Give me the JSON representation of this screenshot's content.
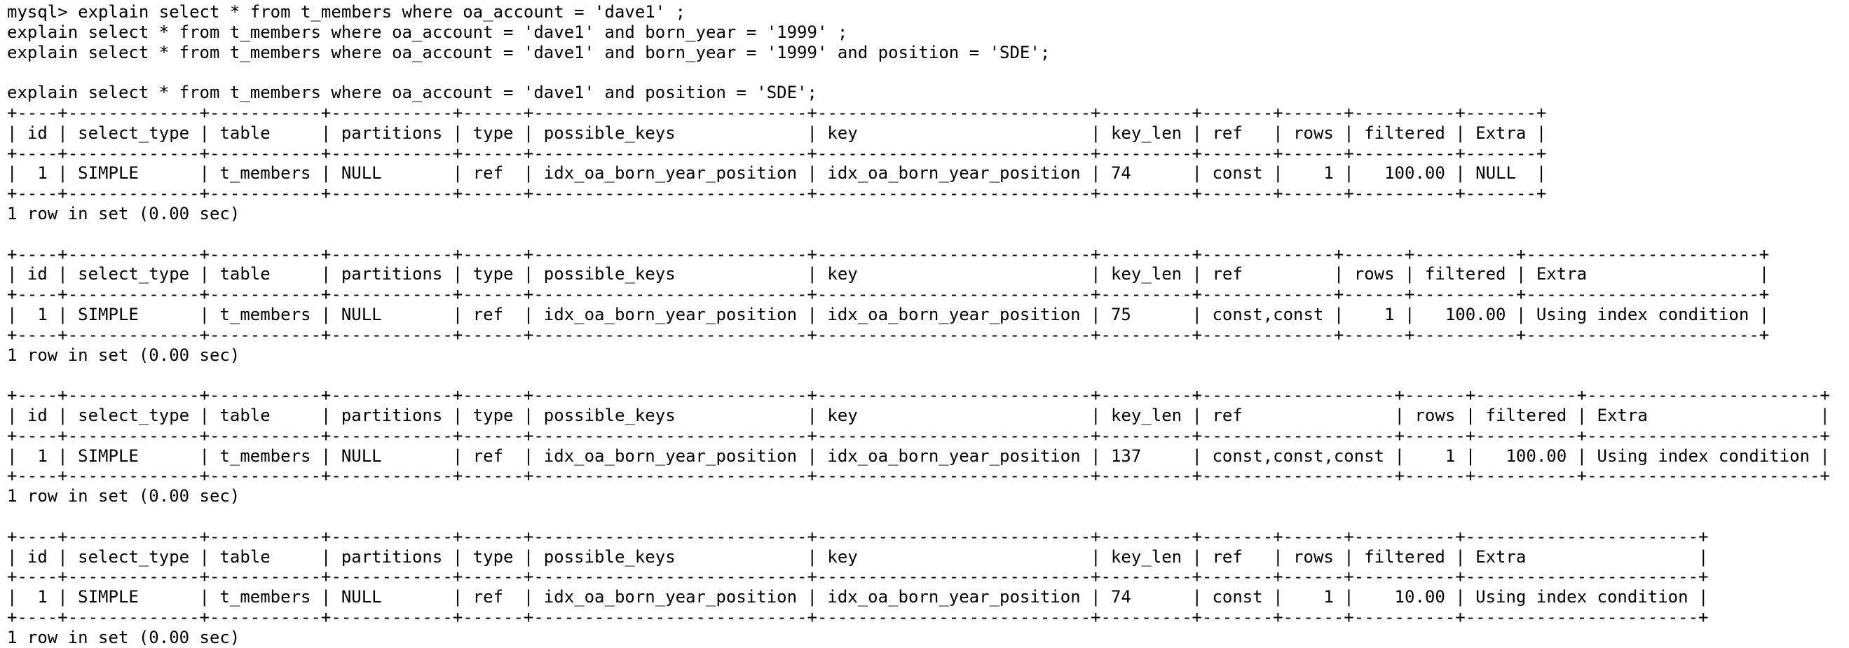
{
  "terminal": {
    "colors": {
      "background": "#ffffff",
      "text": "#000000"
    },
    "prompt": "mysql> ",
    "query_block": [
      {
        "prompt": "mysql> ",
        "text": "explain select * from t_members where oa_account = 'dave1' ;"
      },
      {
        "text": "explain select * from t_members where oa_account = 'dave1' and born_year = '1999' ;"
      },
      {
        "text": "explain select * from t_members where oa_account = 'dave1' and born_year = '1999' and position = 'SDE';"
      },
      {
        "text": "",
        "blank": true
      },
      {
        "text": "explain select * from t_members where oa_account = 'dave1' and position = 'SDE';"
      }
    ],
    "columns": [
      "id",
      "select_type",
      "table",
      "partitions",
      "type",
      "possible_keys",
      "key",
      "key_len",
      "ref",
      "rows",
      "filtered",
      "Extra"
    ],
    "column_align": [
      "right",
      "left",
      "left",
      "left",
      "left",
      "left",
      "left",
      "left",
      "left",
      "right",
      "right",
      "left"
    ],
    "results": [
      {
        "row": [
          "1",
          "SIMPLE",
          "t_members",
          "NULL",
          "ref",
          "idx_oa_born_year_position",
          "idx_oa_born_year_position",
          "74",
          "const",
          "1",
          "100.00",
          "NULL"
        ],
        "status": "1 row in set (0.00 sec)"
      },
      {
        "row": [
          "1",
          "SIMPLE",
          "t_members",
          "NULL",
          "ref",
          "idx_oa_born_year_position",
          "idx_oa_born_year_position",
          "75",
          "const,const",
          "1",
          "100.00",
          "Using index condition"
        ],
        "status": "1 row in set (0.00 sec)"
      },
      {
        "row": [
          "1",
          "SIMPLE",
          "t_members",
          "NULL",
          "ref",
          "idx_oa_born_year_position",
          "idx_oa_born_year_position",
          "137",
          "const,const,const",
          "1",
          "100.00",
          "Using index condition"
        ],
        "status": "1 row in set (0.00 sec)"
      },
      {
        "row": [
          "1",
          "SIMPLE",
          "t_members",
          "NULL",
          "ref",
          "idx_oa_born_year_position",
          "idx_oa_born_year_position",
          "74",
          "const",
          "1",
          "10.00",
          "Using index condition"
        ],
        "status": "1 row in set (0.00 sec)"
      }
    ]
  }
}
